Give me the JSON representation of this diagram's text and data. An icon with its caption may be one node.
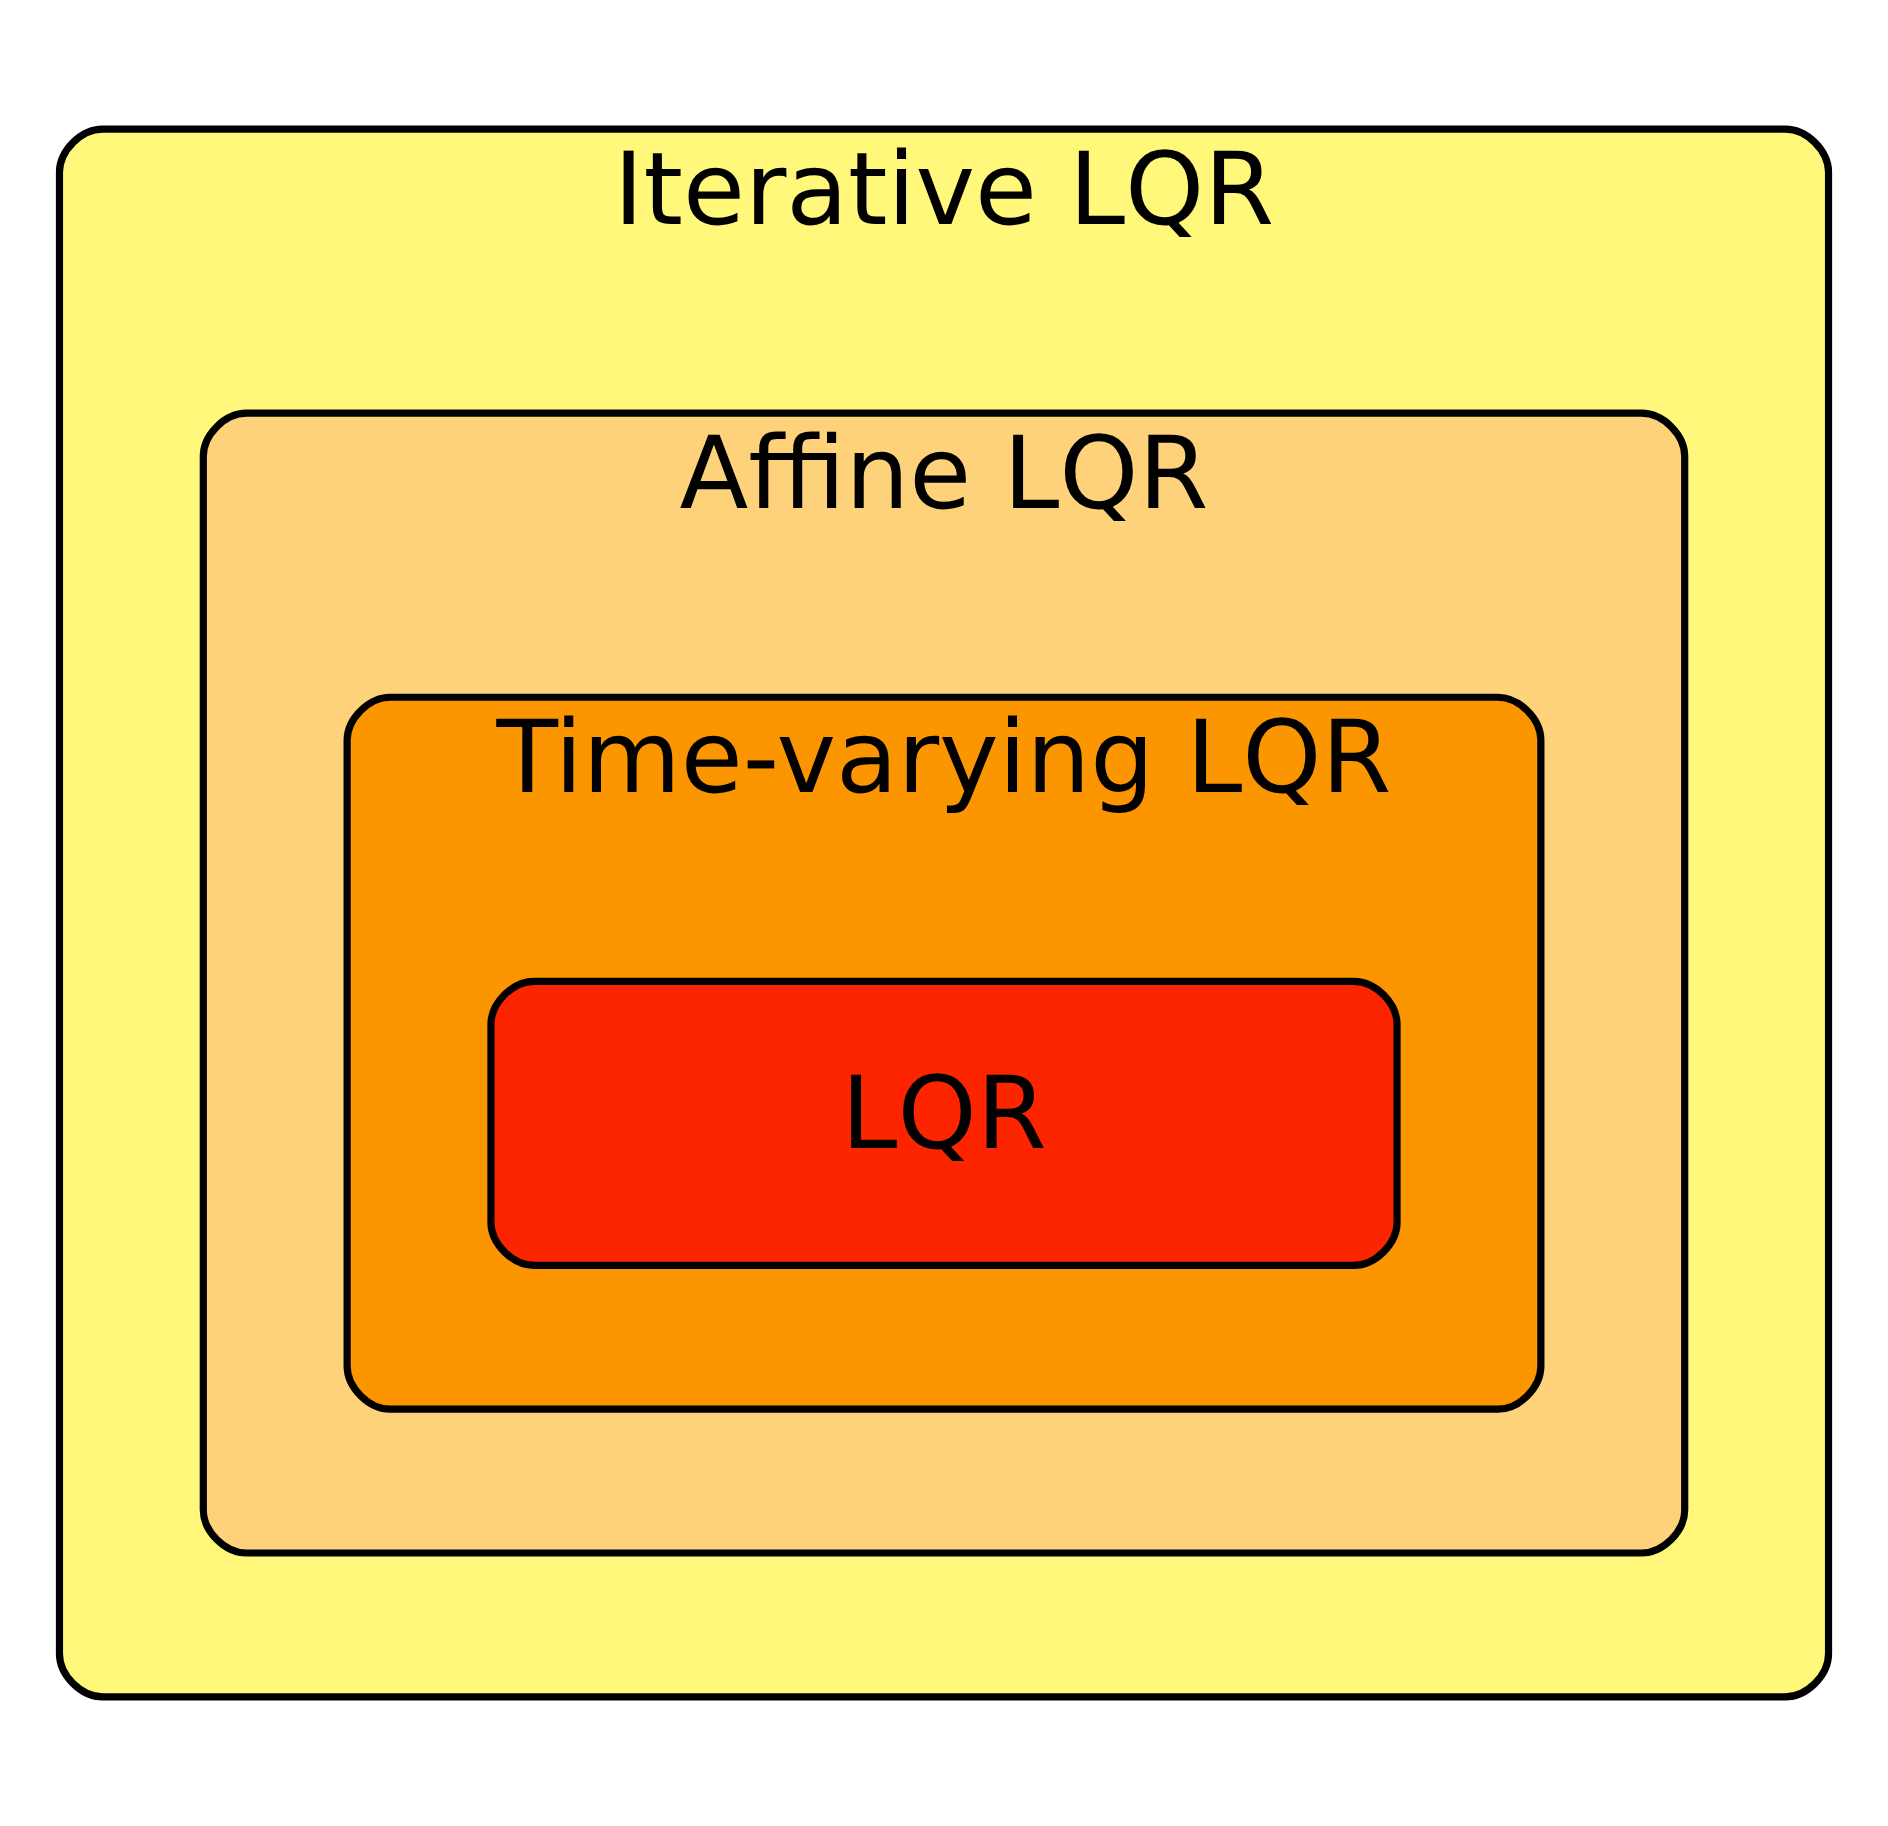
{
  "diagram": {
    "nodes": [
      {
        "text": [
          "Iterative LQR"
        ]
      },
      {
        "text": [
          "Affine LQR"
        ],
        "in": 0
      },
      {
        "text": [
          "Time-varying LQR"
        ],
        "in": 1
      },
      {
        "text": [
          "LQR"
        ],
        "in": 2
      }
    ]
  }
}
